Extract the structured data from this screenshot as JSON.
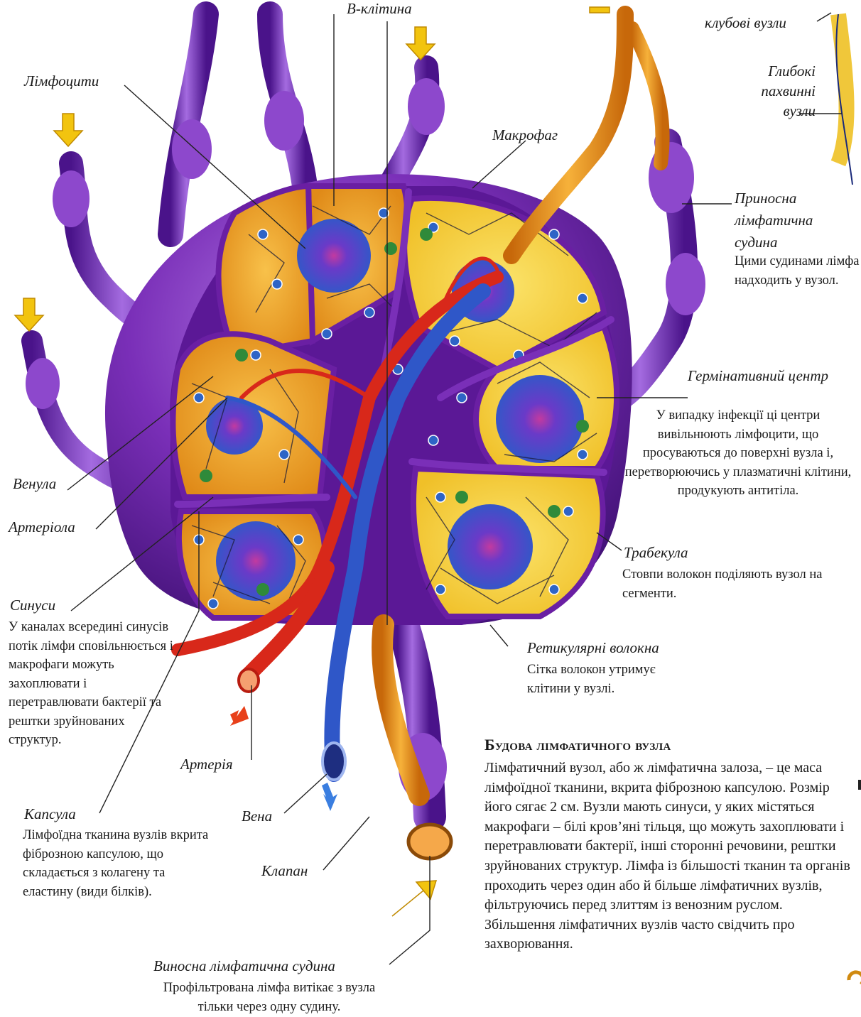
{
  "labels": {
    "b_cell": "В-клітина",
    "iliac_nodes": "клубові вузли",
    "deep_inguinal_nodes": "Глибокі пахвинні вузли",
    "lymphocytes": "Лімфоцити",
    "macrophage": "Макрофаг",
    "afferent_vessel": "Приносна лімфатична судина",
    "afferent_vessel_desc": "Цими судинами лімфа надходить у вузол.",
    "germinal_center": "Гермінативний центр",
    "germinal_center_desc": "У випадку інфекції ці центри вивільнюють лімфоцити, що просуваються до поверхні вузла і, перетворюючись у плазматичні клітини, продукують антитіла.",
    "venule": "Венула",
    "arteriole": "Артеріола",
    "trabecula": "Трабекула",
    "trabecula_desc": "Стовпи волокон поділяють вузол на сегменти.",
    "sinuses": "Синуси",
    "sinuses_desc": "У каналах всередині синусів потік лімфи сповільнюється і макрофаги можуть захоплювати і перетравлювати бактерії та рештки зруйнованих структур.",
    "reticular_fibers": "Ретикулярні волокна",
    "reticular_fibers_desc": "Сітка волокон утримує клітини у вузлі.",
    "artery": "Артерія",
    "vein": "Вена",
    "capsule": "Капсула",
    "capsule_desc": "Лімфоїдна тканина вузлів вкрита фіброзною капсулою, що складається з колагену та еластину (види білків).",
    "valve": "Клапан",
    "efferent_vessel": "Виносна лімфатична судина",
    "efferent_vessel_desc": "Профільтрована лімфа витікає з вузла тільки через одну судину."
  },
  "article": {
    "title": "Будова лімфатичного вузла",
    "body": "Лімфатичний вузол, або ж лімфатична залоза, – це маса лімфоїдної тканини, вкрита фіброзною капсулою. Розмір його сягає 2 см. Вузли мають синуси, у яких містяться макрофаги – білі кров’яні тільця, що можуть захоплювати і перетравлювати бактерії, інші сторонні речовини, рештки зруйнованих структур. Лімфа із більшості тканин та органів проходить через один або й більше лімфатичних вузлів, фільтруючись перед злиттям із венозним руслом. Збільшення лімфатичних вузлів часто свідчить про захворювання."
  },
  "colors": {
    "capsule_purple": "#6a1fa3",
    "capsule_light": "#9a5fd0",
    "tissue_orange": "#e8961e",
    "tissue_yellow": "#f6d43a",
    "artery_red": "#d8281a",
    "vein_blue": "#2f57c8",
    "lymph_vessel_orange": "#e39a1c",
    "arrow_yellow": "#f2c40f",
    "arrow_red": "#e8401a",
    "arrow_blue": "#3a7ee0",
    "cell_blue": "#2e64c6",
    "macrophage_green": "#2f8a3a"
  }
}
